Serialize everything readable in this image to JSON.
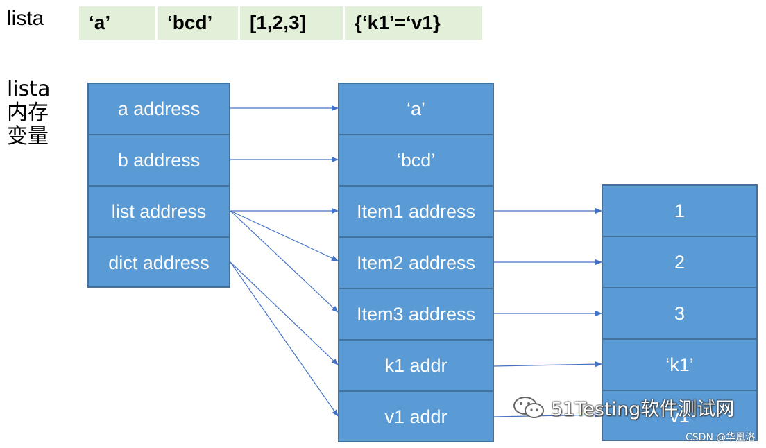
{
  "labels": {
    "top": "lista",
    "memory": [
      "lista",
      "内存",
      "变量"
    ]
  },
  "list_values": [
    "‘a’",
    "‘bcd’",
    "[1,2,3]",
    "{‘k1’=‘v1}"
  ],
  "col1": [
    "a  address",
    "b  address",
    "list  address",
    "dict address"
  ],
  "col2": [
    "‘a’",
    "‘bcd’",
    "Item1 address",
    "Item2 address",
    "Item3 address",
    "k1 addr",
    "v1 addr"
  ],
  "col3": [
    "1",
    "2",
    "3",
    "‘k1’",
    "v1"
  ],
  "watermark": {
    "text": "51Testing软件测试网",
    "credit": "CSDN @华凰洛"
  },
  "colors": {
    "box_fill": "#5b9bd5",
    "box_border": "#41719c",
    "list_cell": "#e2f0d9",
    "arrow": "#4472c4"
  }
}
